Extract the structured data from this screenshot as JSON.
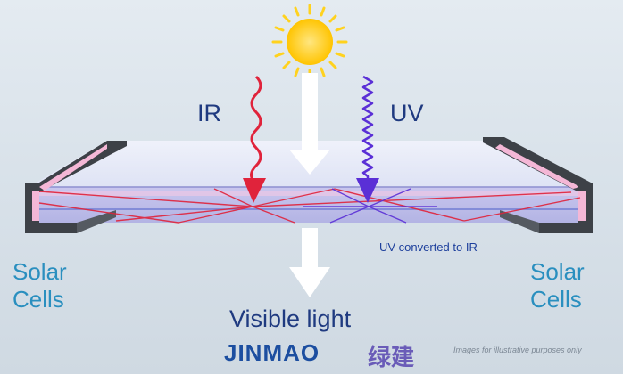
{
  "labels": {
    "ir": "IR",
    "uv": "UV",
    "uv_converted": "UV converted to IR",
    "solar_left": [
      "Solar",
      "Cells"
    ],
    "solar_right": [
      "Solar",
      "Cells"
    ],
    "visible_light": "Visible light"
  },
  "watermark": {
    "brand": "JINMAO",
    "chinese": "绿建",
    "note": "Images for illustrative purposes only"
  },
  "colors": {
    "sun": "#ffd21e",
    "ir_ray": "#e0233b",
    "uv_ray": "#5a2fd6",
    "visible_arrow": "#ffffff",
    "label_dark_blue": "#1f3a80",
    "solar_cell_blue": "#2a8fbf",
    "frame": "#3d4147",
    "cell_glow": "#f4b7d6"
  },
  "icons": [
    "sun-icon",
    "ir-wave-arrow",
    "uv-wave-arrow",
    "visible-light-arrow"
  ]
}
